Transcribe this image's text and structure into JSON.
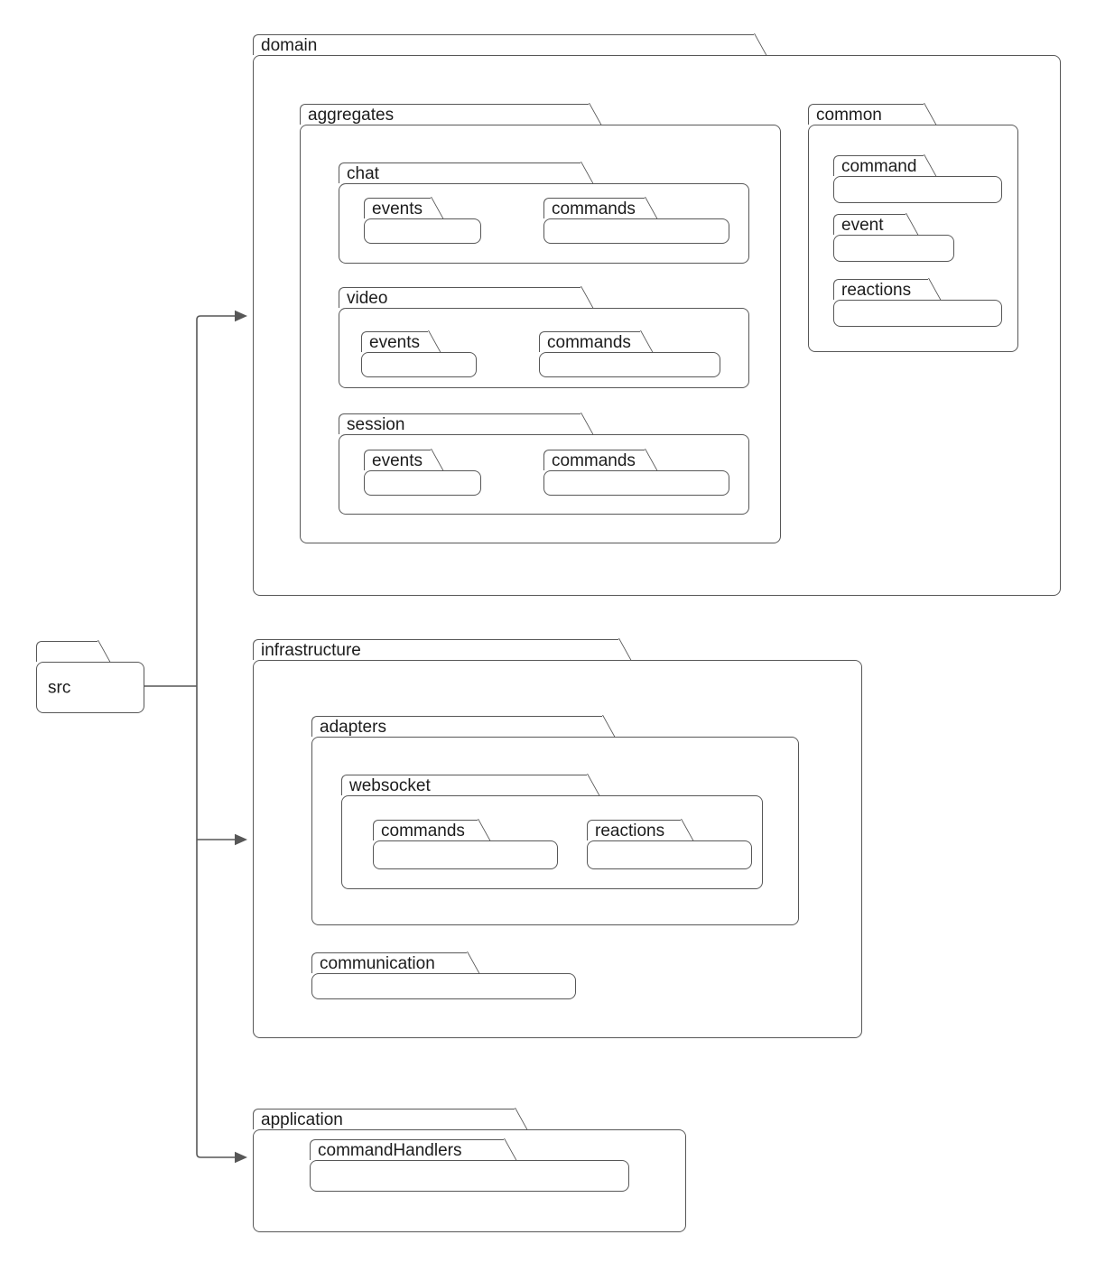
{
  "colors": {
    "stroke": "#575757",
    "text": "#1c1c1c",
    "background": "#ffffff"
  },
  "src": {
    "label": "src"
  },
  "domain": {
    "label": "domain",
    "aggregates": {
      "label": "aggregates",
      "chat": {
        "label": "chat",
        "events": {
          "label": "events"
        },
        "commands": {
          "label": "commands"
        }
      },
      "video": {
        "label": "video",
        "events": {
          "label": "events"
        },
        "commands": {
          "label": "commands"
        }
      },
      "session": {
        "label": "session",
        "events": {
          "label": "events"
        },
        "commands": {
          "label": "commands"
        }
      }
    },
    "common": {
      "label": "common",
      "command": {
        "label": "command"
      },
      "event": {
        "label": "event"
      },
      "reactions": {
        "label": "reactions"
      }
    }
  },
  "infrastructure": {
    "label": "infrastructure",
    "adapters": {
      "label": "adapters",
      "websocket": {
        "label": "websocket",
        "commands": {
          "label": "commands"
        },
        "reactions": {
          "label": "reactions"
        }
      }
    },
    "communication": {
      "label": "communication"
    }
  },
  "application": {
    "label": "application",
    "commandHandlers": {
      "label": "commandHandlers"
    }
  }
}
